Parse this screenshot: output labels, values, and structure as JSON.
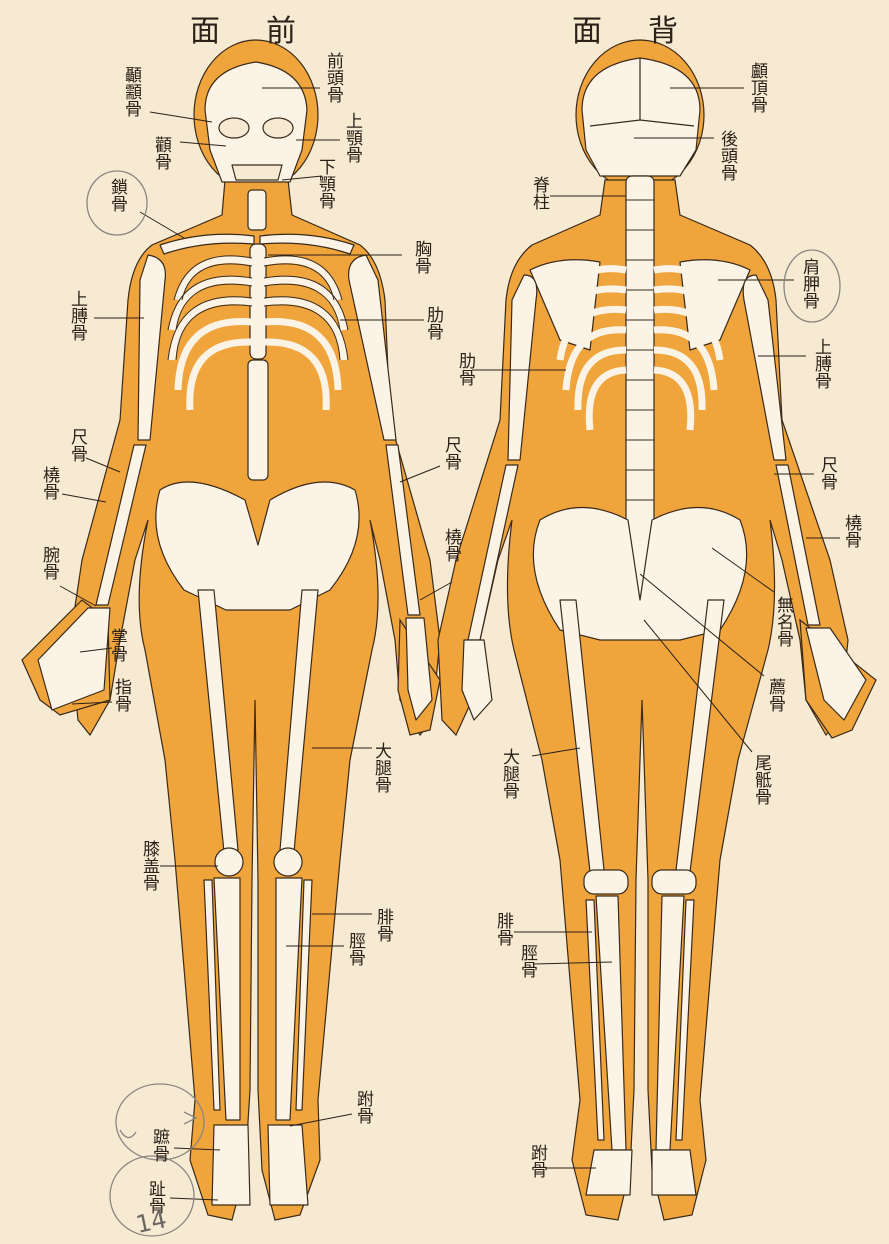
{
  "headings": {
    "front": "面前",
    "back": "面背"
  },
  "colors": {
    "paper": "#f7ead3",
    "flesh": "#f0a43c",
    "bone": "#fbf4e6",
    "ink": "#2b2118",
    "pencil": "#8a8680"
  },
  "front_labels": {
    "frontal": "前頭骨",
    "temporal": "顳顬骨",
    "maxilla": "上顎骨",
    "zygomatic": "顴骨",
    "mandible": "下顎骨",
    "clavicle": "鎖骨",
    "sternum": "胸骨",
    "humerus": "上膊骨",
    "rib": "肋骨",
    "ulna_left": "尺骨",
    "radius_left": "橈骨",
    "ulna_right": "尺骨",
    "radius_right": "橈骨",
    "carpal": "腕骨",
    "metacarpal": "掌骨",
    "phalanges": "指骨",
    "femur": "大腿骨",
    "patella": "膝盖骨",
    "fibula": "腓骨",
    "tibia": "脛骨",
    "tarsal": "跗骨",
    "metatarsal": "蹠骨",
    "toe": "趾骨"
  },
  "back_labels": {
    "parietal": "顱頂骨",
    "occipital": "後頭骨",
    "spine": "脊柱",
    "scapula": "肩胛骨",
    "rib": "肋骨",
    "humerus": "上膊骨",
    "ulna": "尺骨",
    "radius": "橈骨",
    "innominate": "無名骨",
    "sacrum": "薦骨",
    "coccyx": "尾骶骨",
    "femur": "大腿骨",
    "fibula": "腓骨",
    "tibia": "脛骨",
    "tarsal": "跗骨"
  },
  "handwritten": {
    "page_number": "14"
  }
}
